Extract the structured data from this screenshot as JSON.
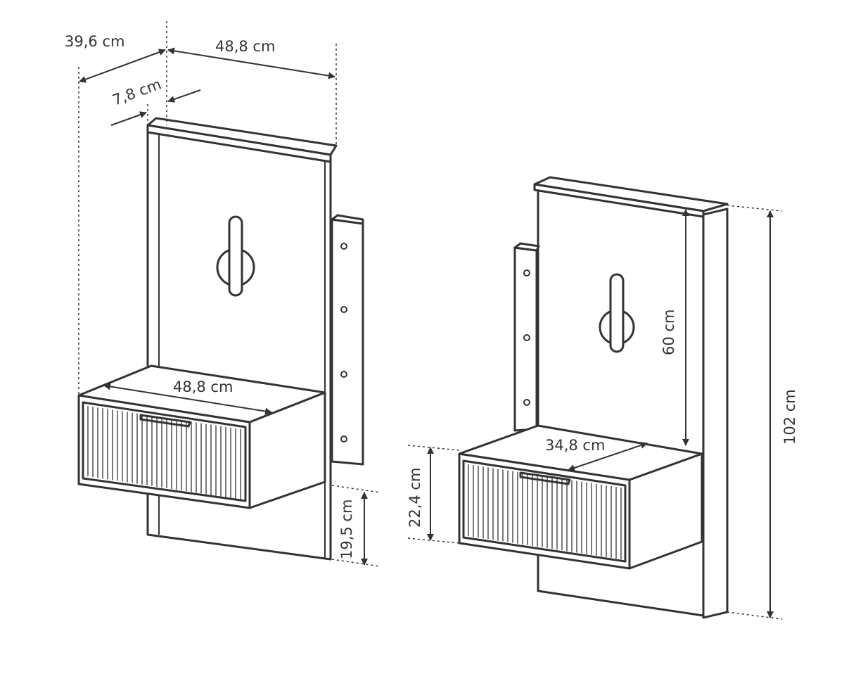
{
  "left_unit": {
    "overall_depth": "39,6 cm",
    "backboard_width": "48,8 cm",
    "top_shelf_depth": "7,8 cm",
    "drawer_width": "48,8 cm",
    "clearance_height": "19,5 cm"
  },
  "right_unit": {
    "panel_height": "60 cm",
    "drawer_depth": "34,8 cm",
    "drawer_height": "22,4 cm",
    "total_height": "102 cm"
  }
}
